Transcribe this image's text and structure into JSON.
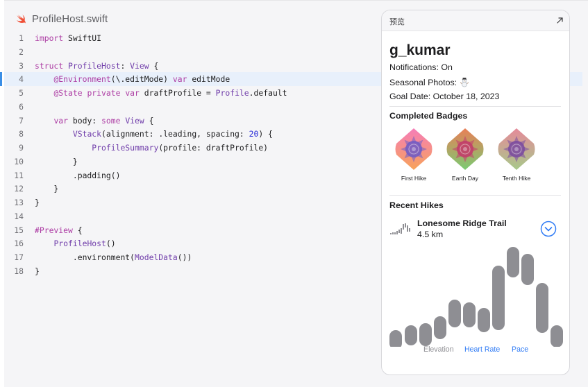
{
  "editor": {
    "file_name": "ProfileHost.swift",
    "lines": [
      {
        "n": "1",
        "html": "<span class='kw'>import</span> SwiftUI"
      },
      {
        "n": "2",
        "html": ""
      },
      {
        "n": "3",
        "html": "<span class='kw'>struct</span> <span class='ty'>ProfileHost</span>: <span class='ty'>View</span> {"
      },
      {
        "n": "4",
        "html": "    <span class='kw'>@Environment</span>(\\.editMode) <span class='kw'>var</span> editMode"
      },
      {
        "n": "5",
        "html": ""
      },
      {
        "n": "6",
        "html": ""
      },
      {
        "n": "7",
        "html": "    <span class='kw'>var</span> body: <span class='kw'>some</span> <span class='ty'>View</span> {"
      },
      {
        "n": "8",
        "html": "        <span class='ty'>VStack</span>(alignment: .leading, spacing: <span class='num'>20</span>) {"
      },
      {
        "n": "9",
        "html": "            <span class='ty'>ProfileSummary</span>(profile: draftProfile)"
      },
      {
        "n": "10",
        "html": "        }"
      },
      {
        "n": "11",
        "html": "        .padding()"
      },
      {
        "n": "12",
        "html": "    }"
      },
      {
        "n": "13",
        "html": "}"
      },
      {
        "n": "14",
        "html": ""
      },
      {
        "n": "15",
        "html": "<span class='kw'>#Preview</span> {"
      },
      {
        "n": "16",
        "html": "    <span class='ty'>ProfileHost</span>()"
      },
      {
        "n": "17",
        "html": "        .environment(<span class='ty'>ModelData</span>())"
      },
      {
        "n": "18",
        "html": "}"
      }
    ],
    "line5": "    @State private var draftProfile = Profile.default",
    "active_line": "4"
  },
  "preview": {
    "title": "预览",
    "username": "g_kumar",
    "notifications": "Notifications: On",
    "seasonal_photos": "Seasonal Photos:",
    "goal_date": "Goal Date: October 18, 2023",
    "completed_badges_title": "Completed Badges",
    "badges": [
      {
        "label": "First Hike"
      },
      {
        "label": "Earth Day"
      },
      {
        "label": "Tenth Hike"
      }
    ],
    "recent_hikes_title": "Recent Hikes",
    "hike": {
      "name": "Lonesome Ridge Trail",
      "distance": "4.5 km"
    },
    "segments": [
      "Elevation",
      "Heart Rate",
      "Pace"
    ],
    "selected_segment": "Elevation",
    "colors": {
      "accent": "#2f7bf5",
      "bar": "#8e8e93"
    }
  }
}
